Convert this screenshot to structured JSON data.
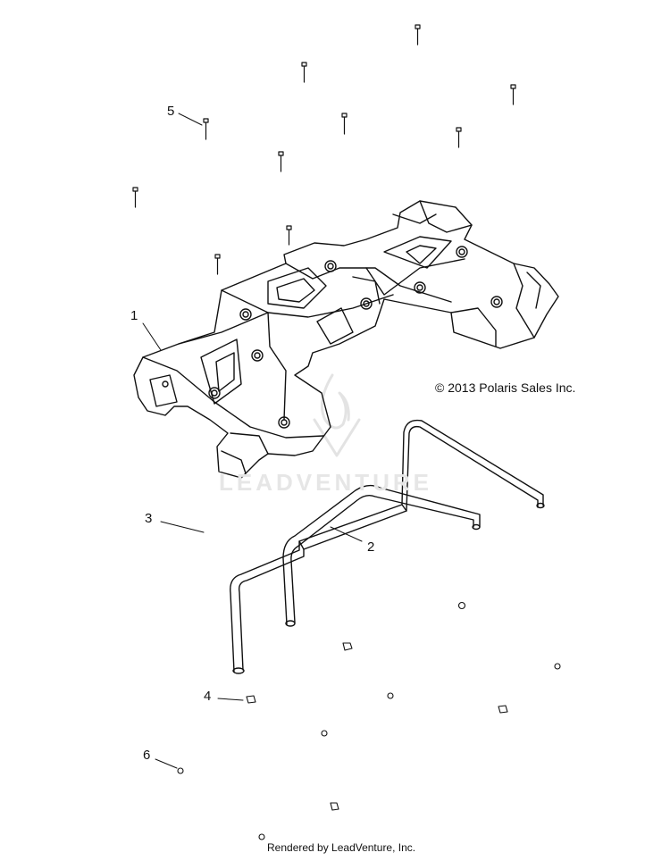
{
  "diagram": {
    "callouts": [
      {
        "id": "1",
        "label": "1"
      },
      {
        "id": "2",
        "label": "2"
      },
      {
        "id": "3",
        "label": "3"
      },
      {
        "id": "4",
        "label": "4"
      },
      {
        "id": "5",
        "label": "5"
      },
      {
        "id": "6",
        "label": "6"
      }
    ],
    "copyright": "© 2013 Polaris Sales Inc.",
    "watermark": "LEADVENTURE",
    "footer": "Rendered by LeadVenture, Inc."
  }
}
